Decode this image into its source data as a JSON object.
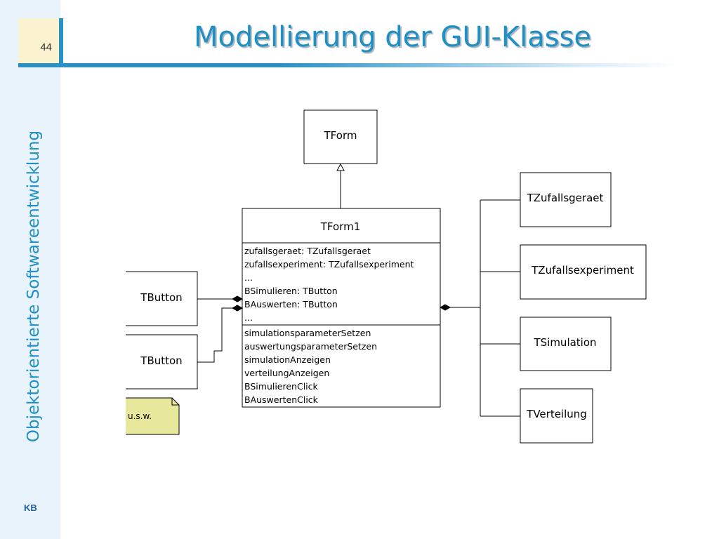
{
  "slide": {
    "page_number": "44",
    "title": "Modellierung der GUI-Klasse",
    "side_title": "Objektorientierte Softwareentwicklung",
    "footer_label": "KB"
  },
  "diagram": {
    "base_class": "TForm",
    "main_class": {
      "name": "TForm1",
      "attributes": [
        "zufallsgeraet: TZufallsgeraet",
        "zufallsexperiment: TZufallsexperiment",
        "...",
        "BSimulieren: TButton",
        "BAuswerten: TButton",
        "..."
      ],
      "methods": [
        "simulationsparameterSetzen",
        "auswertungsparameterSetzen",
        "simulationAnzeigen",
        "verteilungAnzeigen",
        "BSimulierenClick",
        "BAuswertenClick"
      ]
    },
    "buttons": [
      "TButton",
      "TButton"
    ],
    "note": "u.s.w.",
    "components": [
      "TZufallsgeraet",
      "TZufallsexperiment",
      "TSimulation",
      "TVerteilung"
    ]
  },
  "colors": {
    "accent": "#2a91c4",
    "title": "#1f8fc4",
    "sidebar": "#e9f3fb",
    "page_box": "#fbf3cf",
    "note": "#e8e89c"
  }
}
